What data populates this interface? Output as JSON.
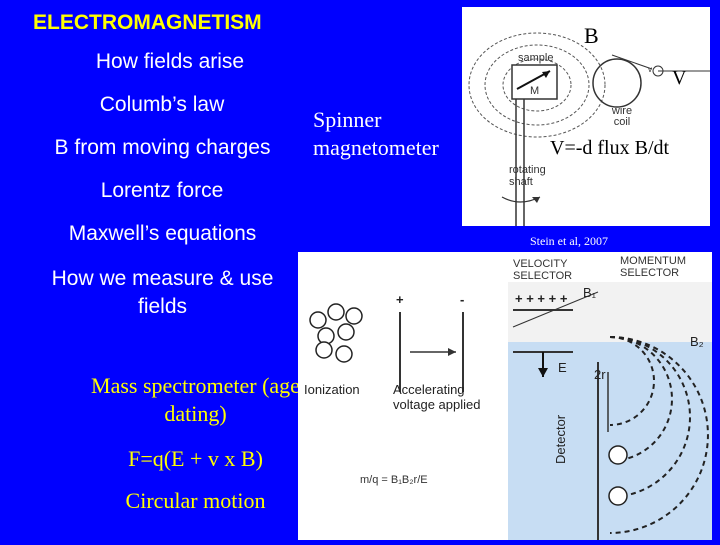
{
  "slide": {
    "title": "ELECTROMAGNETISM",
    "items_left": [
      "How fields arise",
      "Columb’s law",
      "B from moving charges",
      "Lorentz force",
      "Maxwell’s equations",
      "How we measure & use fields"
    ],
    "items_bottom": [
      "Mass spectrometer (age dating)",
      "F=q(E + v x B)",
      "Circular motion"
    ],
    "spinner_label": "Spinner magnetometer",
    "citation": "Stein et al, 2007",
    "colors": {
      "background": "#0000FF",
      "title": "#FFFF00",
      "bottom_text": "#FFFF00",
      "text": "#FFFFFF"
    }
  },
  "magnetometer": {
    "b_label": "B",
    "v_label": "V",
    "formula": "V=-d flux B/dt",
    "sample": "sample",
    "m": "M",
    "v_small": "v",
    "wire_coil": "wire coil",
    "rotating_shaft": "rotating shaft"
  },
  "spectrometer": {
    "velocity_selector": "VELOCITY SELECTOR",
    "momentum_selector": "MOMENTUM SELECTOR",
    "ionization": "Ionization",
    "accelerating": "Accelerating voltage applied",
    "equation": "m/q = B₁B₂r/E",
    "b1": "B₁",
    "b2": "B₂",
    "e": "E",
    "two_r": "2r",
    "detector": "Detector",
    "plus_row": "+ + + + +",
    "plus": "+",
    "minus": "-"
  }
}
